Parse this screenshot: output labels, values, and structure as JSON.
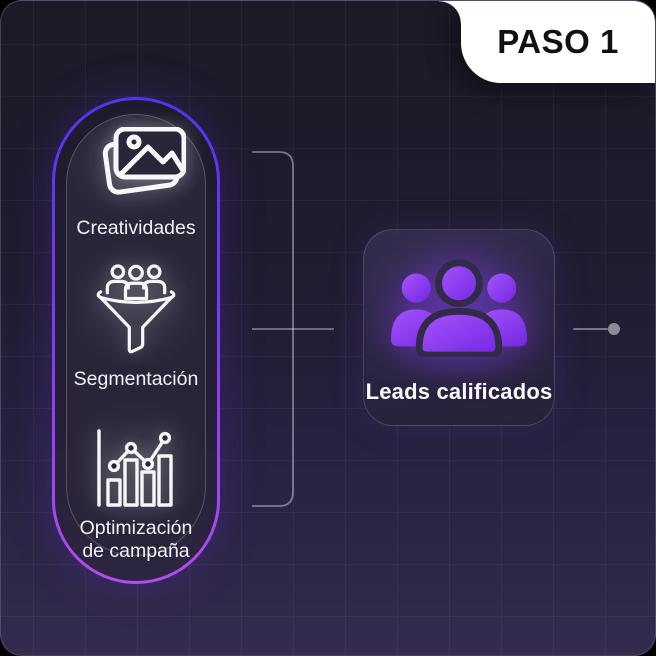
{
  "badge": {
    "label": "PASO 1"
  },
  "pill": {
    "items": [
      {
        "icon": "image-stack-icon",
        "label": "Creatividades"
      },
      {
        "icon": "funnel-people-icon",
        "label": "Segmentación"
      },
      {
        "icon": "bar-chart-trend-icon",
        "label": "Optimización de campaña"
      }
    ]
  },
  "card": {
    "icon": "users-group-icon",
    "label": "Leads calificados"
  },
  "connector": {
    "style": "bracket-with-dot"
  },
  "colors": {
    "pill_border_top": "#5134ee",
    "pill_border_bottom": "#b44bf0",
    "lead_icon_start": "#a556fa",
    "lead_icon_end": "#7426e3",
    "badge_bg": "#ffffff",
    "badge_text": "#101016",
    "background_top": "#1d1927",
    "background_bottom": "#342b4e"
  }
}
